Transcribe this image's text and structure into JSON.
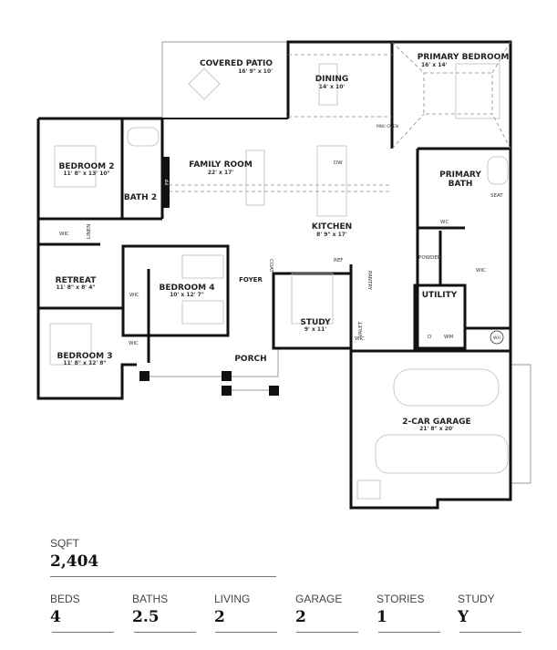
{
  "rooms": {
    "covered_patio": {
      "name": "COVERED PATIO",
      "dim": "16' 9\" x 10'"
    },
    "dining": {
      "name": "DINING",
      "dim": "14' x 10'"
    },
    "primary_bedroom": {
      "name": "PRIMARY BEDROOM",
      "dim": "16' x 14'"
    },
    "bedroom2": {
      "name": "BEDROOM 2",
      "dim": "11' 8\" x 13' 10\""
    },
    "bath2": {
      "name": "BATH 2"
    },
    "family_room": {
      "name": "FAMILY ROOM",
      "dim": "22' x 17'"
    },
    "kitchen": {
      "name": "KITCHEN",
      "dim": "8' 9\" x 17'"
    },
    "primary_bath": {
      "name": "PRIMARY",
      "name2": "BATH"
    },
    "retreat": {
      "name": "RETREAT",
      "dim": "11' 8\" x 8' 4\""
    },
    "bedroom4": {
      "name": "BEDROOM 4",
      "dim": "10' x 12' 7\""
    },
    "bedroom3": {
      "name": "BEDROOM 3",
      "dim": "11' 8\" x 12' 8\""
    },
    "foyer": {
      "name": "FOYER"
    },
    "study": {
      "name": "STUDY",
      "dim": "9' x 11'"
    },
    "porch": {
      "name": "PORCH"
    },
    "utility": {
      "name": "UTILITY"
    },
    "garage": {
      "name": "2-CAR GARAGE",
      "dim": "21' 8\" x 20'"
    }
  },
  "fixtures": {
    "wic": "WIC",
    "linen": "LINEN",
    "fp": "FP",
    "coat": "COAT",
    "ref": "REF",
    "pantry": "PANTRY",
    "valet": "VALET",
    "powder": "POWDER",
    "wc": "WC",
    "seat": "SEAT",
    "dw": "DW",
    "mw_oven": "MW/ OVEN",
    "d": "D",
    "wm": "WM",
    "wh": "WH"
  },
  "stats": {
    "sqft": {
      "label": "SQFT",
      "value": "2,404"
    },
    "items": [
      {
        "label": "BEDS",
        "value": "4"
      },
      {
        "label": "BATHS",
        "value": "2.5"
      },
      {
        "label": "LIVING",
        "value": "2"
      },
      {
        "label": "GARAGE",
        "value": "2"
      },
      {
        "label": "STORIES",
        "value": "1"
      },
      {
        "label": "STUDY",
        "value": "Y"
      }
    ]
  }
}
